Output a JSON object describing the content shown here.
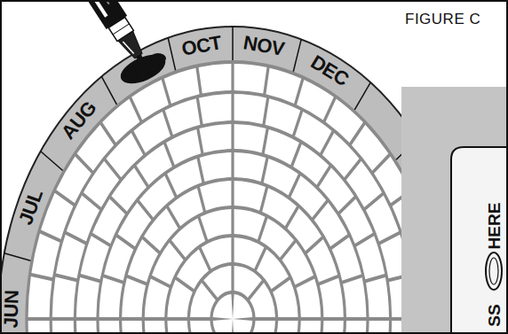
{
  "diagram": {
    "title": "FIGURE C",
    "labels": [
      "JUN",
      "JUL",
      "AUG",
      "OCT",
      "NOV",
      "DEC",
      "HERE",
      "SS"
    ]
  }
}
